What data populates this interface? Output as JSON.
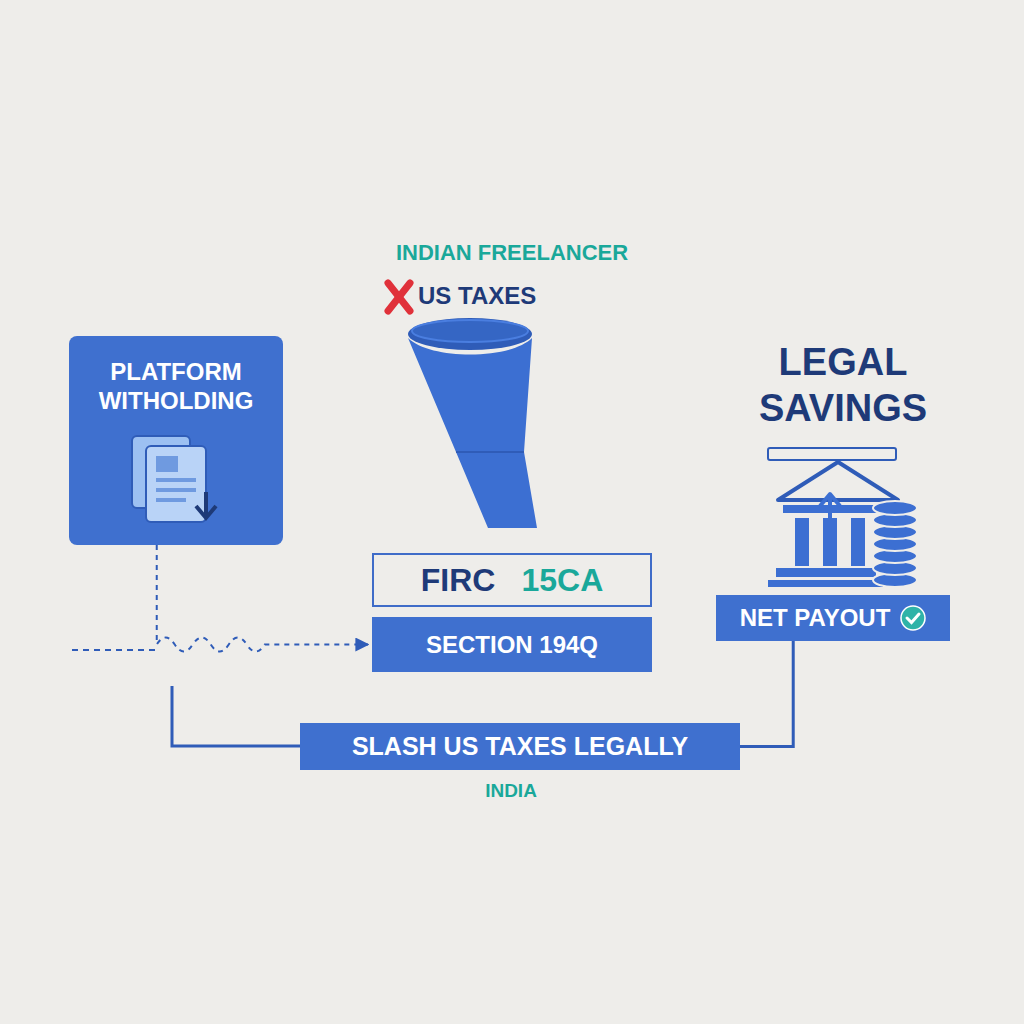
{
  "diagram": {
    "nodes": [
      {
        "text": [
          "PLATFORM WITHOLDING"
        ]
      },
      {
        "text": [
          "FIRC",
          "15CA"
        ]
      },
      {
        "text": [
          "SECTION 194Q"
        ]
      },
      {
        "text": [
          "NET PAYOUT"
        ]
      },
      {
        "text": [
          "SLASH US TAXES LEGALLY"
        ]
      }
    ],
    "edges": [
      {
        "from": 0,
        "to": 2,
        "arrow": "to"
      },
      {
        "from": 4,
        "to": 3,
        "arrow": "none"
      }
    ],
    "labels": [
      "INDIAN FREELANCER",
      "US TAXES",
      "LEGAL SAVINGS",
      "INDIA"
    ]
  }
}
